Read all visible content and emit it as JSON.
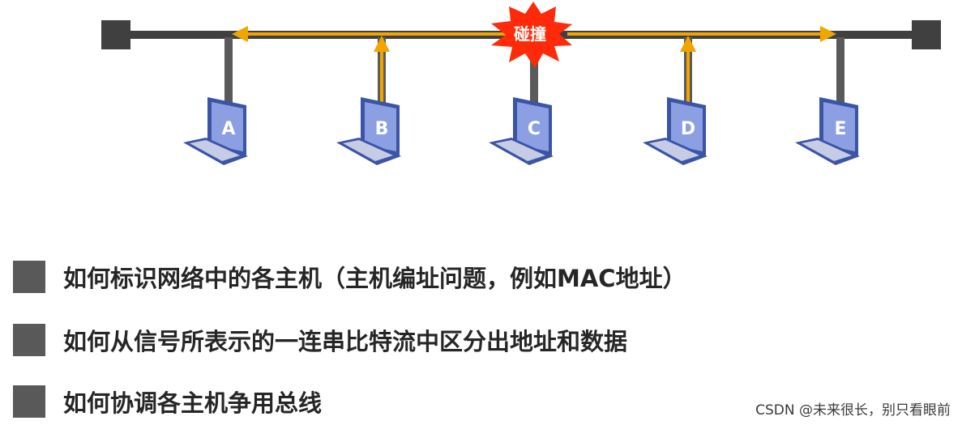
{
  "diagram": {
    "collision_label": "碰撞",
    "hosts": [
      {
        "label": "A"
      },
      {
        "label": "B"
      },
      {
        "label": "C"
      },
      {
        "label": "D"
      },
      {
        "label": "E"
      }
    ],
    "colors": {
      "bus": "#404040",
      "signal": "#f0a500",
      "collision": "#ff2a0a",
      "laptop_screen": "#8b9fe2",
      "laptop_body": "#3b55a6"
    }
  },
  "bullets": [
    {
      "text": "如何标识网络中的各主机（主机编址问题，例如MAC地址）"
    },
    {
      "text": "如何从信号所表示的一连串比特流中区分出地址和数据"
    },
    {
      "text": "如何协调各主机争用总线"
    }
  ],
  "watermark": "CSDN @未来很长，别只看眼前"
}
